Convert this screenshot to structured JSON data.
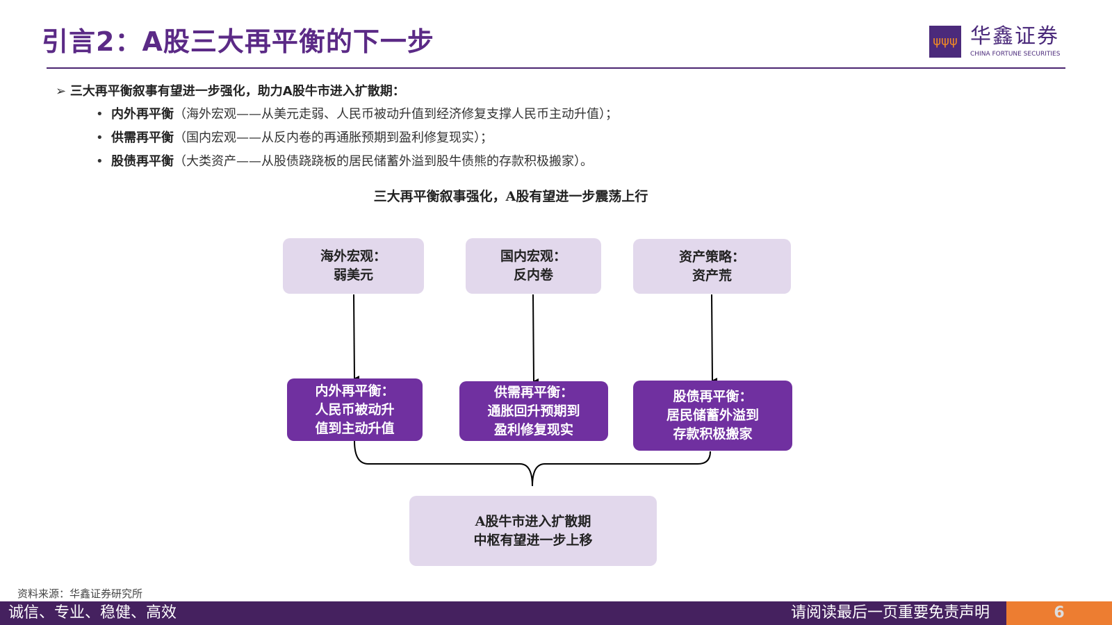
{
  "title": "引言2：A股三大再平衡的下一步",
  "logo": {
    "cn": "华鑫证券",
    "en": "CHINA FORTUNE SECURITIES"
  },
  "lead": "三大再平衡叙事有望进一步强化，助力A股牛市进入扩散期：",
  "bullets": [
    {
      "bold": "内外再平衡",
      "rest": "（海外宏观——从美元走弱、人民币被动升值到经济修复支撑人民币主动升值）；"
    },
    {
      "bold": "供需再平衡",
      "rest": "（国内宏观——从反内卷的再通胀预期到盈利修复现实）；"
    },
    {
      "bold": "股债再平衡",
      "rest": "（大类资产——从股债跷跷板的居民储蓄外溢到股牛债熊的存款积极搬家）。"
    }
  ],
  "diagram": {
    "title": "三大再平衡叙事强化，A股有望进一步震荡上行",
    "top": [
      "海外宏观：\n弱美元",
      "国内宏观：\n反内卷",
      "资产策略：\n资产荒"
    ],
    "mid": [
      "内外再平衡：\n人民币被动升\n值到主动升值",
      "供需再平衡：\n通胀回升预期到\n盈利修复现实",
      "股债再平衡：\n居民储蓄外溢到\n存款积极搬家"
    ],
    "bottom": "A股牛市进入扩散期\n中枢有望进一步上移"
  },
  "source": "资料来源：华鑫证券研究所",
  "footer": {
    "left": "诚信、专业、稳健、高效",
    "right": "请阅读最后一页重要免责声明",
    "page": "6"
  },
  "colors": {
    "purple": "#7030a0",
    "light": "#e2d8ec",
    "orange": "#ed7d31"
  }
}
